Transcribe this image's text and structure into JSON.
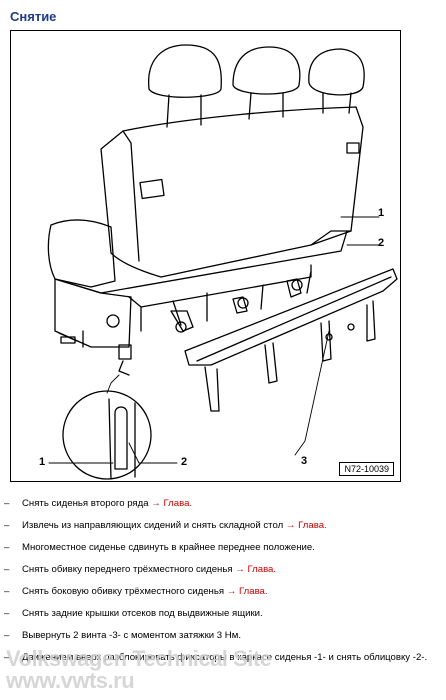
{
  "section_title": "Снятие",
  "figure": {
    "code": "N72-10039",
    "callouts": {
      "c1_right": "1",
      "c2_right": "2",
      "c3": "3",
      "c1_left": "1",
      "c2_left": "2"
    }
  },
  "steps": [
    {
      "text": "Снять сиденья второго ряда",
      "link": "→ Глава."
    },
    {
      "text": "Извлечь из направляющих сидений и снять складной стол",
      "link": "→ Глава."
    },
    {
      "text": "Многоместное сиденье сдвинуть в крайнее переднее положение.",
      "link": ""
    },
    {
      "text": "Снять обивку переднего трёхместного сиденья",
      "link": "→ Глава."
    },
    {
      "text": "Снять боковую обивку трёхместного сиденья",
      "link": "→ Глава."
    },
    {
      "text": "Снять задние крышки отсеков под выдвижные ящики.",
      "link": ""
    },
    {
      "text": "Вывернуть 2 винта -3- с моментом затяжки 3 Нм.",
      "link": ""
    },
    {
      "text": "Движением вверх разблокировать фиксаторы в каркасе сиденья -1- и снять облицовку -2-.",
      "link": ""
    }
  ],
  "dash": "–",
  "watermark": {
    "line1": "Volkswagen Technical Site",
    "line2": "www.vwts.ru"
  }
}
